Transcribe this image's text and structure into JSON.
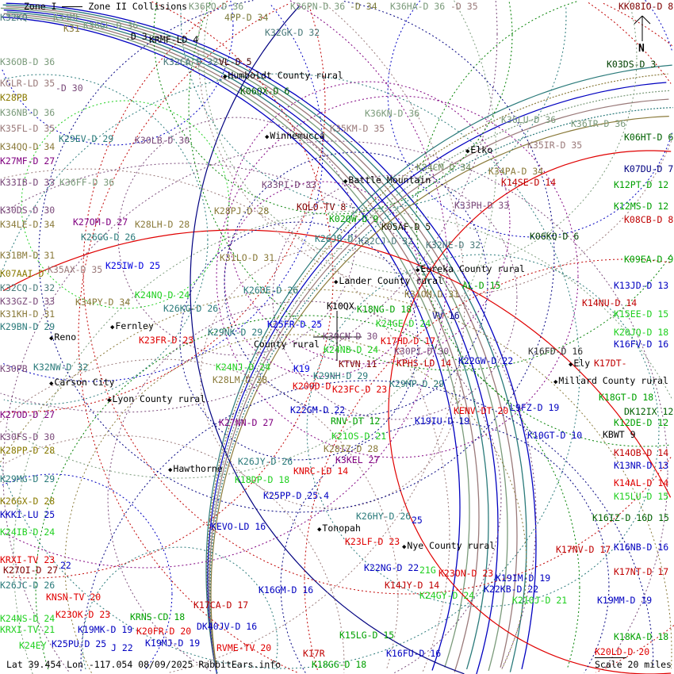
{
  "legend": {
    "zone1": "Zone I",
    "zone2": "Zone II Collisions"
  },
  "north_label": "N",
  "footer": {
    "coords": "Lat 39.454 Lon -117.054 08/09/2025 RabbitEars.info",
    "scale": "Scale 20 miles"
  },
  "cities": [
    "Humboldt County rural",
    "Winnemucca",
    "Elko",
    "Battle Mountain",
    "Eureka County rural",
    "Lander County rural",
    "Fernley",
    "Reno",
    "Ely",
    "Carson City",
    "Millard County rural",
    "Lyon County rural",
    "Hawthorne",
    "Tonopah",
    "Nye County rural"
  ],
  "labels": [
    {
      "t": "K32KQ",
      "c": "#4a7a7a"
    },
    {
      "t": "K34MF",
      "c": "#7a9a7a"
    },
    {
      "t": "K36PO-D 36",
      "c": "#7a9a7a"
    },
    {
      "t": "4PP-D 34",
      "c": "#7a7a3a"
    },
    {
      "t": "K36PN-D 36",
      "c": "#7a9a7a"
    },
    {
      "t": "-D 34",
      "c": "#7a7a3a"
    },
    {
      "t": "K36HA-D 36",
      "c": "#7a9a7a"
    },
    {
      "t": "-D 35",
      "c": "#9a7a7a"
    },
    {
      "t": "KK08IO-D 8",
      "c": "#800000"
    },
    {
      "t": "K31",
      "c": "#8a7a3a"
    },
    {
      "t": "K36GL-D 36",
      "c": "#7a9a7a"
    },
    {
      "t": ".D 3",
      "c": "#000000"
    },
    {
      "t": "KRMF-LD 4",
      "c": "#000000"
    },
    {
      "t": "K32GK-D 32",
      "c": "#4a7a7a"
    },
    {
      "t": "K36OB-D 36",
      "c": "#7a9a7a"
    },
    {
      "t": "K32CA-D 32",
      "c": "#4a7a7a"
    },
    {
      "t": "VL-D 5",
      "c": "#400000"
    },
    {
      "t": "KGLR-LD 35",
      "c": "#9a7a7a"
    },
    {
      "t": "K28PB",
      "c": "#8a7a00"
    },
    {
      "t": "-D 30",
      "c": "#7a4a7a"
    },
    {
      "t": "K06QX-D 6",
      "c": "#006000"
    },
    {
      "t": "K36NB-D 36",
      "c": "#7a9a7a"
    },
    {
      "t": "K35FL-D 35",
      "c": "#9a7a7a"
    },
    {
      "t": "K29EV-D 29",
      "c": "#2a7a7a"
    },
    {
      "t": "K30LB-D 30",
      "c": "#7a4a7a"
    },
    {
      "t": "K34QQ-D 34",
      "c": "#8a7a3a"
    },
    {
      "t": "K27MF-D 27",
      "c": "#800080"
    },
    {
      "t": "K36KN-D 36",
      "c": "#7a9a7a"
    },
    {
      "t": "K35KM-D 35",
      "c": "#9a7a7a"
    },
    {
      "t": "K36LU-D 36",
      "c": "#7a9a7a"
    },
    {
      "t": "K36IR-D 36",
      "c": "#7a9a7a"
    },
    {
      "t": "K06HT-D 6",
      "c": "#006000"
    },
    {
      "t": "K35IR-D 35",
      "c": "#9a7a7a"
    },
    {
      "t": "K34CM-D 34",
      "c": "#6a8a5a"
    },
    {
      "t": "K34PA-D 34",
      "c": "#8a7a3a"
    },
    {
      "t": "K07DU-D 7",
      "c": "#000080"
    },
    {
      "t": "K03DS-D 3",
      "c": "#004000"
    },
    {
      "t": "K33IB-D 33",
      "c": "#7a4a7a"
    },
    {
      "t": "K36FF-D 36",
      "c": "#7a9a7a"
    },
    {
      "t": "K33PI-D 33",
      "c": "#7a4a7a"
    },
    {
      "t": "K14SE-D 14",
      "c": "#c00000"
    },
    {
      "t": "K12PT-D 12",
      "c": "#00a000"
    },
    {
      "t": "K30DS-D 30",
      "c": "#7a4a7a"
    },
    {
      "t": "K34LE-D 34",
      "c": "#8a7a3a"
    },
    {
      "t": "K27OM-D 27",
      "c": "#800080"
    },
    {
      "t": "K26GG-D 26",
      "c": "#2a7a7a"
    },
    {
      "t": "K28LH-D 28",
      "c": "#8a7a3a"
    },
    {
      "t": "K28PJ-D 28",
      "c": "#8a7a3a"
    },
    {
      "t": "KOLO-TV 8",
      "c": "#800000"
    },
    {
      "t": "K02QW-D 9",
      "c": "#00a000"
    },
    {
      "t": "K05AF-D 5",
      "c": "#202000"
    },
    {
      "t": "K33PH-D 33",
      "c": "#7a4a7a"
    },
    {
      "t": "K12MS-D 12",
      "c": "#00a000"
    },
    {
      "t": "K08CB-D 8",
      "c": "#c00000"
    },
    {
      "t": "K06KQ-D 6",
      "c": "#004000"
    },
    {
      "t": "K26JB-D",
      "c": "#2a7a7a"
    },
    {
      "t": "K32CJ-D 32",
      "c": "#4a7a7a"
    },
    {
      "t": "K32NE-D 32",
      "c": "#4a7a7a"
    },
    {
      "t": "K31BM-D 31",
      "c": "#8a7a3a"
    },
    {
      "t": "K25IW-D 25",
      "c": "#0000e0"
    },
    {
      "t": "K31LO-D 31",
      "c": "#8a7a3a"
    },
    {
      "t": "K09EA-D 9",
      "c": "#00a000"
    },
    {
      "t": "K07AAI-D",
      "c": "#8a7a00"
    },
    {
      "t": "K35AX-D 35",
      "c": "#9a7a7a"
    },
    {
      "t": "K32CQ-D 32",
      "c": "#4a7a7a"
    },
    {
      "t": "K31OM-D 31",
      "c": "#8a7a3a"
    },
    {
      "t": "AL-D 15",
      "c": "#00a000"
    },
    {
      "t": "K13JD-D 13",
      "c": "#0000c0"
    },
    {
      "t": "K24NQ-D 24",
      "c": "#20d020"
    },
    {
      "t": "K26OE-D 26",
      "c": "#2a7a7a"
    },
    {
      "t": "K34PY-D 34",
      "c": "#8a7a3a"
    },
    {
      "t": "K26KG-D 26",
      "c": "#2a7a7a"
    },
    {
      "t": "K18NG-D 18",
      "c": "#00a000"
    },
    {
      "t": "K10QX",
      "c": "#000000"
    },
    {
      "t": "K14NU-D 14",
      "c": "#c00000"
    },
    {
      "t": "K15EE-D 15",
      "c": "#20d020"
    },
    {
      "t": "K31KH-D 31",
      "c": "#8a7a3a"
    },
    {
      "t": "K24GE-D 24",
      "c": "#20d020"
    },
    {
      "t": "VV 16",
      "c": "#000080"
    },
    {
      "t": "K33GZ-D 33",
      "c": "#7a4a7a"
    },
    {
      "t": "K25FR-D 25",
      "c": "#0000e0"
    },
    {
      "t": "K30CN-D 30",
      "c": "#7a4a7a"
    },
    {
      "t": "K29NK-D 29",
      "c": "#2a7a7a"
    },
    {
      "t": "County rural",
      "c": "#000000"
    },
    {
      "t": "K29BN-D 29",
      "c": "#2a7a7a"
    },
    {
      "t": "K23FR-D 23",
      "c": "#e00000"
    },
    {
      "t": "K24NB-D 24",
      "c": "#20d020"
    },
    {
      "t": "K17HD-D 17",
      "c": "#e00000"
    },
    {
      "t": "K30PI-D 30",
      "c": "#7a4a7a"
    },
    {
      "t": "K16FV-D 16",
      "c": "#0000c0"
    },
    {
      "t": "K22GW-D 22",
      "c": "#0000c0"
    },
    {
      "t": "KTVN 11",
      "c": "#800000"
    },
    {
      "t": "KPHS-LD 14",
      "c": "#c00000"
    },
    {
      "t": "K16FD-D 16",
      "c": "#303030"
    },
    {
      "t": "K17DT-",
      "c": "#c00000"
    },
    {
      "t": "K20JQ-D 18",
      "c": "#20d020"
    },
    {
      "t": "K30PB",
      "c": "#7a4a7a"
    },
    {
      "t": "K32NW-D 32",
      "c": "#2a7a7a"
    },
    {
      "t": "K24NJ-D 24",
      "c": "#20d020"
    },
    {
      "t": "K28LM-D 28",
      "c": "#8a7a3a"
    },
    {
      "t": "K29NH-D 29",
      "c": "#2a7a7a"
    },
    {
      "t": "K19",
      "c": "#0000e0"
    },
    {
      "t": "K23FC-D 23",
      "c": "#e00000"
    },
    {
      "t": "K20OD-D",
      "c": "#e00000"
    },
    {
      "t": "K29MP-D 29",
      "c": "#2a7a7a"
    },
    {
      "t": "K18GT-D 18",
      "c": "#00a000"
    },
    {
      "t": "DK12IX 12",
      "c": "#006000"
    },
    {
      "t": "K22GM-D 22",
      "c": "#0000c0"
    },
    {
      "t": "RNV-DT 12",
      "c": "#00a000"
    },
    {
      "t": "KENV-DT 20",
      "c": "#e00000"
    },
    {
      "t": "L9FZ-D 19",
      "c": "#0000c0"
    },
    {
      "t": "K27OD-D 27",
      "c": "#800080"
    },
    {
      "t": "K21OS-D 21",
      "c": "#20d020"
    },
    {
      "t": "K19IU-D 19",
      "c": "#0000c0"
    },
    {
      "t": "K12DE-D 12",
      "c": "#00a000"
    },
    {
      "t": "K28IZ-D 28",
      "c": "#8a7a3a"
    },
    {
      "t": "K27NN-D 27",
      "c": "#800080"
    },
    {
      "t": "KBWT 9",
      "c": "#000000"
    },
    {
      "t": "K10GT-D 10",
      "c": "#0000c0"
    },
    {
      "t": "K30FS-D 30",
      "c": "#7a4a7a"
    },
    {
      "t": "K28PP-D 28",
      "c": "#8a7a00"
    },
    {
      "t": "K3KEL 27",
      "c": "#800080"
    },
    {
      "t": "K14OB-D 14",
      "c": "#c00000"
    },
    {
      "t": "K26JY-D 26",
      "c": "#2a7a7a"
    },
    {
      "t": "KNRC-LD 14",
      "c": "#e00000"
    },
    {
      "t": "K13NR-D 13",
      "c": "#0000c0"
    },
    {
      "t": "K29MG-D 29",
      "c": "#2a7a7a"
    },
    {
      "t": "K18DP-D 18",
      "c": "#20d020"
    },
    {
      "t": "K14AL-D 14",
      "c": "#e00000"
    },
    {
      "t": "K26GX-D 28",
      "c": "#8a7a00"
    },
    {
      "t": "K25PP-D 25.4",
      "c": "#0000c0"
    },
    {
      "t": "K15LU-D 15",
      "c": "#20d020"
    },
    {
      "t": "KKKI-LU 25",
      "c": "#0000c0"
    },
    {
      "t": "K24IB-D 24",
      "c": "#20d020"
    },
    {
      "t": "K16IZ-D 16D 15",
      "c": "#006000"
    },
    {
      "t": "K26HY-D 26",
      "c": "#2a7a7a"
    },
    {
      "t": "25",
      "c": "#0000c0"
    },
    {
      "t": "KEVO-LD 16",
      "c": "#0000c0"
    },
    {
      "t": "K23LF-D 23",
      "c": "#e00000"
    },
    {
      "t": "K16NB-D 16",
      "c": "#0000c0"
    },
    {
      "t": "K17NV-D 17",
      "c": "#c00000"
    },
    {
      "t": "KRXI-TV 23",
      "c": "#e00000"
    },
    {
      "t": "K27OI-D 27",
      "c": "#800000"
    },
    {
      "t": "22",
      "c": "#0000c0"
    },
    {
      "t": "K22NG-D 22",
      "c": "#0000c0"
    },
    {
      "t": "21G",
      "c": "#20d020"
    },
    {
      "t": "K23ON-D 23",
      "c": "#e00000"
    },
    {
      "t": "K17NT-D 17",
      "c": "#c00000"
    },
    {
      "t": "K26JC-D 26",
      "c": "#2a7a7a"
    },
    {
      "t": "K19IM-D 19",
      "c": "#0000c0"
    },
    {
      "t": "K14JY-D 14",
      "c": "#c00000"
    },
    {
      "t": "K22KB-D 22",
      "c": "#0000c0"
    },
    {
      "t": "K16GM-D 16",
      "c": "#0000c0"
    },
    {
      "t": "K24GY-D 24",
      "c": "#20d020"
    },
    {
      "t": "KNSN-TV 20",
      "c": "#e00000"
    },
    {
      "t": "K21OJ-D 21",
      "c": "#20d020"
    },
    {
      "t": "K19MM-D 19",
      "c": "#0000c0"
    },
    {
      "t": "K17CA-D 17",
      "c": "#c00000"
    },
    {
      "t": "KRNS-CD 18",
      "c": "#00a000"
    },
    {
      "t": "K24NS-D 24",
      "c": "#20d020"
    },
    {
      "t": "DK40JV-D 16",
      "c": "#0000c0"
    },
    {
      "t": "KRXI-TV 21",
      "c": "#20d020"
    },
    {
      "t": "K19MK-D 19",
      "c": "#0000c0"
    },
    {
      "t": "K15LG-D 15",
      "c": "#00a000"
    },
    {
      "t": "K18KA-D 18",
      "c": "#00a000"
    },
    {
      "t": "K24EY",
      "c": "#20d020"
    },
    {
      "t": "K25PU-D 25",
      "c": "#0000c0"
    },
    {
      "t": "K19MJ-D 19",
      "c": "#0000c0"
    },
    {
      "t": "K20LD-D 20",
      "c": "#e00000"
    },
    {
      "t": "K23OK-D 23",
      "c": "#e00000"
    },
    {
      "t": "J 22",
      "c": "#0000c0"
    },
    {
      "t": "K20FR-D 20",
      "c": "#e00000"
    },
    {
      "t": "RVME-TV 20",
      "c": "#e00000"
    },
    {
      "t": "K17R",
      "c": "#c00000"
    },
    {
      "t": "K18GG-D 18",
      "c": "#00a000"
    },
    {
      "t": "K16FU-D 16",
      "c": "#0000c0"
    }
  ]
}
